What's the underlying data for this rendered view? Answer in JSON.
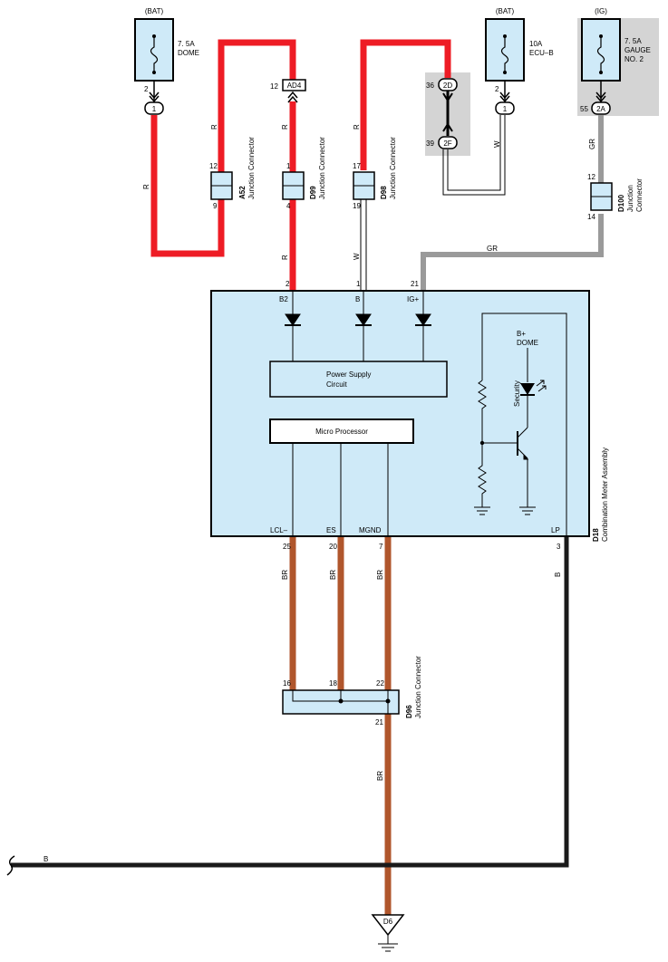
{
  "fuses": {
    "dome": {
      "source": "(BAT)",
      "rating": "7. 5A",
      "name": "DOME",
      "pin": "2",
      "conn": "1"
    },
    "ecub": {
      "source": "(BAT)",
      "rating": "10A",
      "name": "ECU–B",
      "pin": "2",
      "conn": "1"
    },
    "gauge": {
      "source": "(IG)",
      "rating": "7. 5A",
      "name1": "GAUGE",
      "name2": "NO. 2",
      "pin": "55",
      "conn": "2A"
    }
  },
  "connectors": {
    "ad4": {
      "label": "AD4",
      "pin": "12"
    },
    "c2d": {
      "label": "2D",
      "pin": "36"
    },
    "c2f": {
      "label": "2F",
      "pin": "39"
    },
    "a52": {
      "code": "A52",
      "desc": "Junction Connector",
      "pin_top": "12",
      "pin_bottom": "9"
    },
    "d99": {
      "code": "D99",
      "desc": "Junction Connector",
      "pin_top": "1",
      "pin_bottom": "4"
    },
    "d98": {
      "code": "D98",
      "desc": "Junction Connector",
      "pin_top": "17",
      "pin_bottom": "19"
    },
    "d100": {
      "code": "D100",
      "desc1": "Junction",
      "desc2": "Connector",
      "pin_top": "12",
      "pin_bottom": "14"
    },
    "d96": {
      "code": "D96",
      "desc": "Junction Connector",
      "pin_16": "16",
      "pin_18": "18",
      "pin_22": "22",
      "pin_21": "21"
    }
  },
  "wires": {
    "r": "R",
    "w": "W",
    "gr": "GR",
    "br": "BR",
    "b": "B"
  },
  "meter": {
    "code": "D18",
    "name": "Combination Meter Assembly",
    "pins_top": [
      {
        "num": "2",
        "label": "B2"
      },
      {
        "num": "1",
        "label": "B"
      },
      {
        "num": "21",
        "label": "IG+"
      }
    ],
    "pins_bottom": [
      {
        "num": "25",
        "label": "LCL–"
      },
      {
        "num": "20",
        "label": "ES"
      },
      {
        "num": "7",
        "label": "MGND"
      },
      {
        "num": "3",
        "label": "LP"
      }
    ],
    "power_supply1": "Power Supply",
    "power_supply2": "Circuit",
    "micro": "Micro Processor",
    "bplus": "B+",
    "dome": "DOME",
    "security": "Security"
  },
  "ground": {
    "label": "D6"
  },
  "colors": {
    "red": "#ee1c25",
    "brown": "#b0562c",
    "gray": "#9a9a9a",
    "black": "#1a1a1a",
    "box_fill": "#cfeaf8",
    "shade": "#d4d4d4"
  }
}
